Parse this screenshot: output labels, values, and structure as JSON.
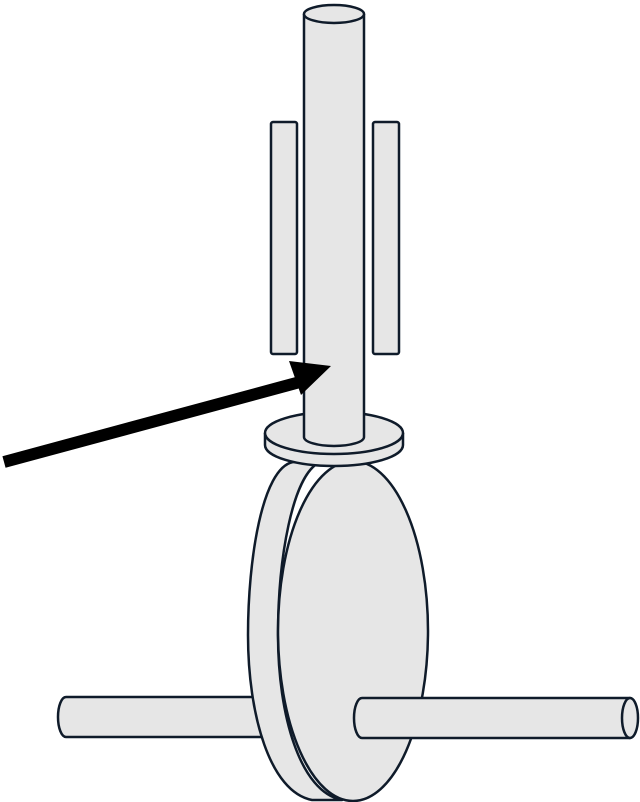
{
  "colors": {
    "background": "#ffffff",
    "part_fill": "#e6e6e6",
    "part_stroke": "#0f1b2a",
    "arrow": "#000000"
  },
  "parts": {
    "vertical_shaft": "vertical-shaft",
    "left_bearing_plate": "left-bearing-plate",
    "right_bearing_plate": "right-bearing-plate",
    "collar_washer": "collar-washer",
    "disc_wheel": "disc-wheel",
    "horizontal_axle": "horizontal-axle",
    "pointer_arrow": "pointer-arrow"
  }
}
